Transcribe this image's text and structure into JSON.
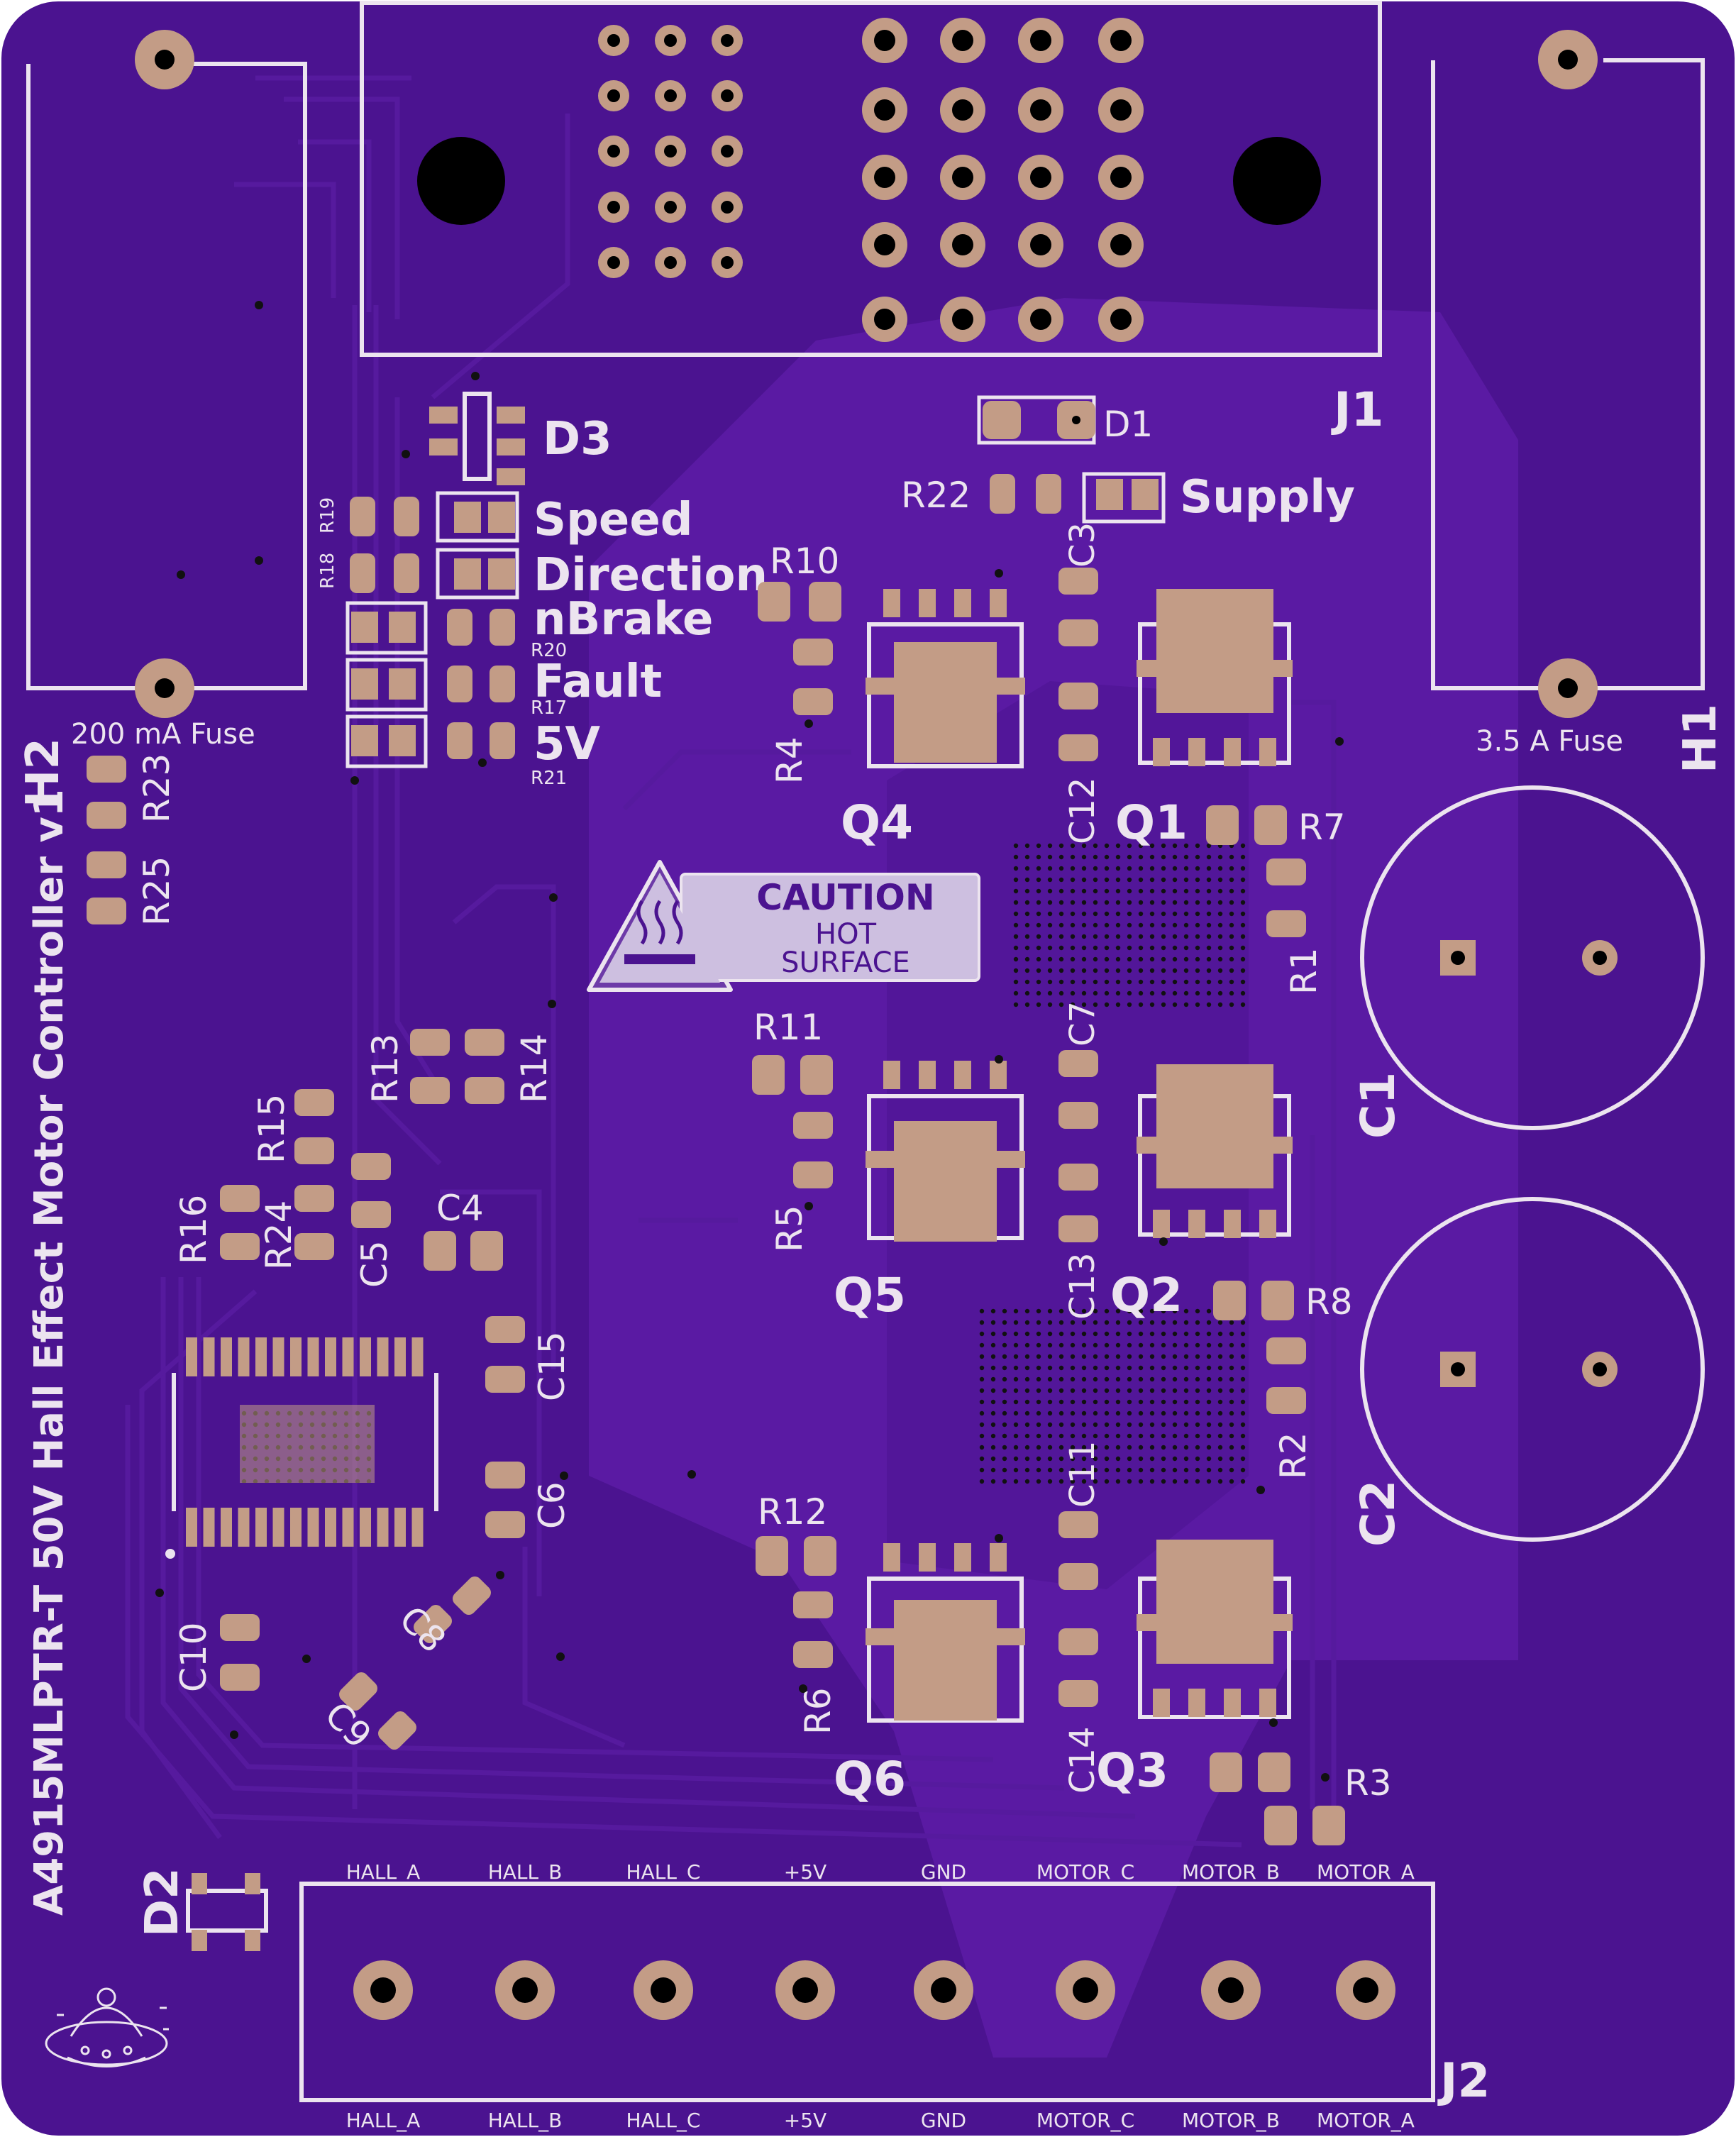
{
  "board": {
    "title": "A4915MLPTR-T 50V Hall Effect Motor Controller v1",
    "colors": {
      "solder_mask": "#4b1390",
      "copper_mask": "#5a1aa3",
      "pad": "#c39c86",
      "silkscreen": "#ece4ef",
      "hole": "#000000"
    }
  },
  "connectors": {
    "j1": "J1",
    "j2": "J2",
    "h1": "H1",
    "h2": "H2"
  },
  "fuses": {
    "left": "200 mA Fuse",
    "right": "3.5 A Fuse"
  },
  "leds": {
    "d1": "D1",
    "d2": "D2",
    "d3": "D3"
  },
  "indicators": [
    "Speed",
    "Direction",
    "nBrake",
    "Fault",
    "5V",
    "Supply"
  ],
  "caution": {
    "title": "CAUTION",
    "line1": "HOT",
    "line2": "SURFACE"
  },
  "j2_pins": [
    "HALL_A",
    "HALL_B",
    "HALL_C",
    "+5V",
    "GND",
    "MOTOR_C",
    "MOTOR_B",
    "MOTOR_A"
  ],
  "refs": {
    "r1": "R1",
    "r2": "R2",
    "r3": "R3",
    "r4": "R4",
    "r5": "R5",
    "r6": "R6",
    "r7": "R7",
    "r8": "R8",
    "r10": "R10",
    "r11": "R11",
    "r12": "R12",
    "r13": "R13",
    "r14": "R14",
    "r15": "R15",
    "r16": "R16",
    "r17": "R17",
    "r18": "R18",
    "r19": "R19",
    "r20": "R20",
    "r21": "R21",
    "r22": "R22",
    "r23": "R23",
    "r24": "R24",
    "r25": "R25",
    "c1": "C1",
    "c2": "C2",
    "c3": "C3",
    "c4": "C4",
    "c5": "C5",
    "c6": "C6",
    "c7": "C7",
    "c8": "C8",
    "c9": "C9",
    "c10": "C10",
    "c11": "C11",
    "c12": "C12",
    "c13": "C13",
    "c14": "C14",
    "c15": "C15",
    "q1": "Q1",
    "q2": "Q2",
    "q3": "Q3",
    "q4": "Q4",
    "q5": "Q5",
    "q6": "Q6"
  }
}
